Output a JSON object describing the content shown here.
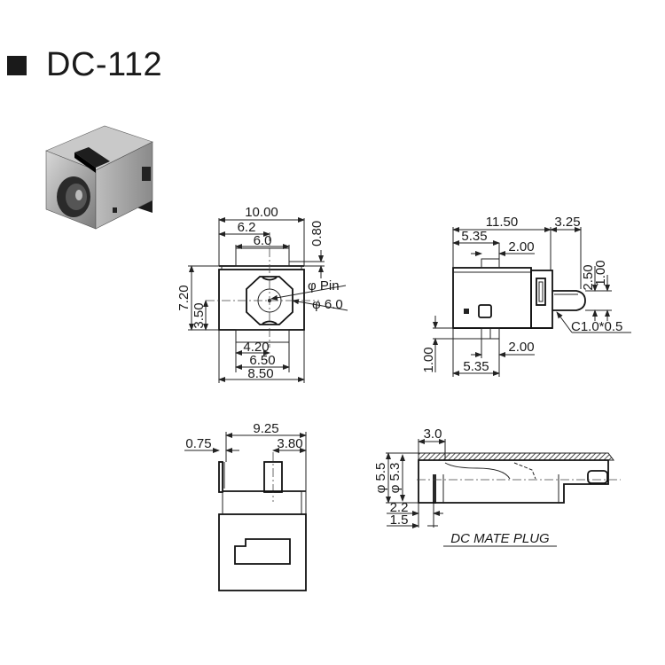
{
  "title": {
    "bullet_icon": "black-square-icon",
    "text": "DC-112"
  },
  "photo": {
    "alt": "DC-112 power jack product photo"
  },
  "front_view": {
    "dims": {
      "width_total": "10.00",
      "width_62": "6.2",
      "width_60": "6.0",
      "top_080": "0.80",
      "height_720": "7.20",
      "height_350": "3.50",
      "pin_label": "φ Pin",
      "bore_label": "φ 6.0",
      "bottom_420": "4.20",
      "bottom_650": "6.50",
      "bottom_850": "8.50"
    }
  },
  "side_view": {
    "dims": {
      "length_1150": "11.50",
      "ext_325": "3.25",
      "top_535": "5.35",
      "top_200": "2.00",
      "right_250": "2.50",
      "right_100": "1.00",
      "chamfer": "C1.0*0.5",
      "left_100": "1.00",
      "bottom_200": "2.00",
      "bottom_535": "5.35"
    }
  },
  "rear_view": {
    "dims": {
      "width_925": "9.25",
      "offset_075": "0.75",
      "pin_380": "3.80"
    }
  },
  "mate_plug": {
    "caption": "DC MATE PLUG",
    "dims": {
      "top_30": "3.0",
      "dia_55": "φ 5.5",
      "dia_53": "φ 5.3",
      "len_22": "2.2",
      "len_15": "1.5"
    }
  }
}
